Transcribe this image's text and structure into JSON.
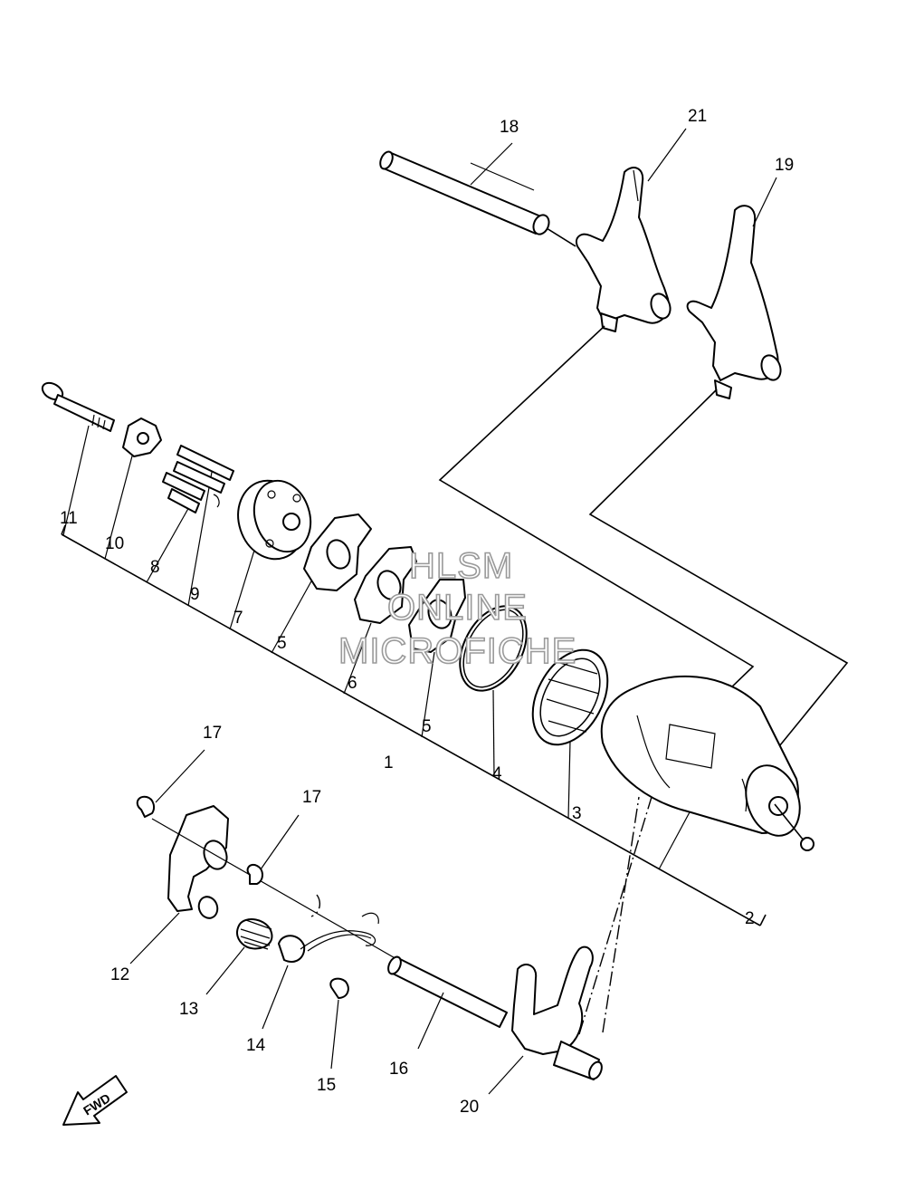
{
  "diagram": {
    "callouts": {
      "c1": "1",
      "c2": "2",
      "c3": "3",
      "c4": "4",
      "c5a": "5",
      "c5b": "5",
      "c6": "6",
      "c7": "7",
      "c8": "8",
      "c9": "9",
      "c10": "10",
      "c11": "11",
      "c12": "12",
      "c13": "13",
      "c14": "14",
      "c15": "15",
      "c16": "16",
      "c17a": "17",
      "c17b": "17",
      "c18": "18",
      "c19": "19",
      "c20": "20",
      "c21": "21"
    },
    "watermark": {
      "line1": "HLSM",
      "line2": "ONLINE",
      "line3": "MICROFICHE"
    },
    "fwd_label": "FWD",
    "colors": {
      "ink": "#000000",
      "paper": "#ffffff",
      "watermark": "#9a9a9a"
    }
  }
}
